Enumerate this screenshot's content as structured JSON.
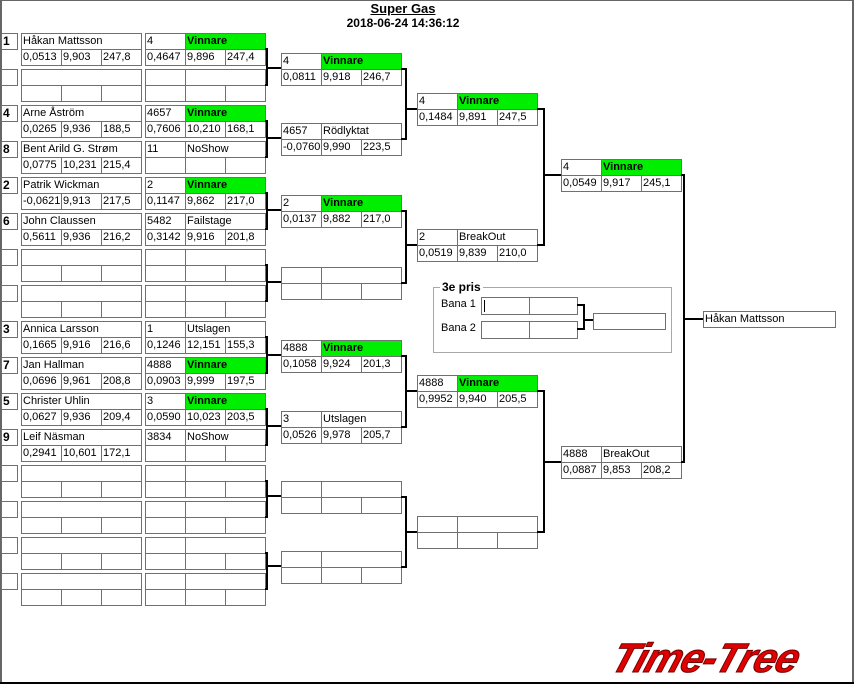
{
  "header": {
    "title": "Super Gas",
    "datetime": "2018-06-24 14:36:12"
  },
  "colors": {
    "winner_highlight": "#00ee00",
    "logo_red": "#e00000"
  },
  "qualifying": [
    {
      "seed": "1",
      "name": "Håkan Mattsson",
      "rt": "0,0513",
      "et": "9,903",
      "mph": "247,8"
    },
    {
      "seed": "",
      "name": "",
      "rt": "",
      "et": "",
      "mph": ""
    },
    {
      "seed": "4",
      "name": "Arne Åström",
      "rt": "0,0265",
      "et": "9,936",
      "mph": "188,5"
    },
    {
      "seed": "8",
      "name": "Bent Arild G. Strøm",
      "rt": "0,0775",
      "et": "10,231",
      "mph": "215,4"
    },
    {
      "seed": "2",
      "name": "Patrik Wickman",
      "rt": "-0,0621",
      "et": "9,913",
      "mph": "217,5"
    },
    {
      "seed": "6",
      "name": "John Claussen",
      "rt": "0,5611",
      "et": "9,936",
      "mph": "216,2"
    },
    {
      "seed": "",
      "name": "",
      "rt": "",
      "et": "",
      "mph": ""
    },
    {
      "seed": "",
      "name": "",
      "rt": "",
      "et": "",
      "mph": ""
    },
    {
      "seed": "3",
      "name": "Annica Larsson",
      "rt": "0,1665",
      "et": "9,916",
      "mph": "216,6"
    },
    {
      "seed": "7",
      "name": "Jan Hallman",
      "rt": "0,0696",
      "et": "9,961",
      "mph": "208,8"
    },
    {
      "seed": "5",
      "name": "Christer Uhlin",
      "rt": "0,0627",
      "et": "9,936",
      "mph": "209,4"
    },
    {
      "seed": "9",
      "name": "Leif Näsman",
      "rt": "0,2941",
      "et": "10,601",
      "mph": "172,1"
    },
    {
      "seed": "",
      "name": "",
      "rt": "",
      "et": "",
      "mph": ""
    },
    {
      "seed": "",
      "name": "",
      "rt": "",
      "et": "",
      "mph": ""
    },
    {
      "seed": "",
      "name": "",
      "rt": "",
      "et": "",
      "mph": ""
    },
    {
      "seed": "",
      "name": "",
      "rt": "",
      "et": "",
      "mph": ""
    }
  ],
  "round1": [
    {
      "number": "4",
      "status": "Vinnare",
      "winner": true,
      "rt": "0,4647",
      "et": "9,896",
      "mph": "247,4"
    },
    {
      "number": "",
      "status": "",
      "winner": false,
      "rt": "",
      "et": "",
      "mph": ""
    },
    {
      "number": "4657",
      "status": "Vinnare",
      "winner": true,
      "rt": "0,7606",
      "et": "10,210",
      "mph": "168,1"
    },
    {
      "number": "11",
      "status": "NoShow",
      "winner": false,
      "rt": "",
      "et": "",
      "mph": ""
    },
    {
      "number": "2",
      "status": "Vinnare",
      "winner": true,
      "rt": "0,1147",
      "et": "9,862",
      "mph": "217,0"
    },
    {
      "number": "5482",
      "status": "Failstage",
      "winner": false,
      "rt": "0,3142",
      "et": "9,916",
      "mph": "201,8"
    },
    {
      "number": "",
      "status": "",
      "winner": false,
      "rt": "",
      "et": "",
      "mph": ""
    },
    {
      "number": "",
      "status": "",
      "winner": false,
      "rt": "",
      "et": "",
      "mph": ""
    },
    {
      "number": "1",
      "status": "Utslagen",
      "winner": false,
      "rt": "0,1246",
      "et": "12,151",
      "mph": "155,3"
    },
    {
      "number": "4888",
      "status": "Vinnare",
      "winner": true,
      "rt": "0,0903",
      "et": "9,999",
      "mph": "197,5"
    },
    {
      "number": "3",
      "status": "Vinnare",
      "winner": true,
      "rt": "0,0590",
      "et": "10,023",
      "mph": "203,5"
    },
    {
      "number": "3834",
      "status": "NoShow",
      "winner": false,
      "rt": "",
      "et": "",
      "mph": ""
    },
    {
      "number": "",
      "status": "",
      "winner": false,
      "rt": "",
      "et": "",
      "mph": ""
    },
    {
      "number": "",
      "status": "",
      "winner": false,
      "rt": "",
      "et": "",
      "mph": ""
    },
    {
      "number": "",
      "status": "",
      "winner": false,
      "rt": "",
      "et": "",
      "mph": ""
    },
    {
      "number": "",
      "status": "",
      "winner": false,
      "rt": "",
      "et": "",
      "mph": ""
    }
  ],
  "round2": [
    {
      "number": "4",
      "status": "Vinnare",
      "winner": true,
      "rt": "0,0811",
      "et": "9,918",
      "mph": "246,7"
    },
    {
      "number": "4657",
      "status": "Rödlyktat",
      "winner": false,
      "rt": "-0,0760",
      "et": "9,990",
      "mph": "223,5"
    },
    {
      "number": "2",
      "status": "Vinnare",
      "winner": true,
      "rt": "0,0137",
      "et": "9,882",
      "mph": "217,0"
    },
    {
      "number": "",
      "status": "",
      "winner": false,
      "rt": "",
      "et": "",
      "mph": ""
    },
    {
      "number": "4888",
      "status": "Vinnare",
      "winner": true,
      "rt": "0,1058",
      "et": "9,924",
      "mph": "201,3"
    },
    {
      "number": "3",
      "status": "Utslagen",
      "winner": false,
      "rt": "0,0526",
      "et": "9,978",
      "mph": "205,7"
    },
    {
      "number": "",
      "status": "",
      "winner": false,
      "rt": "",
      "et": "",
      "mph": ""
    },
    {
      "number": "",
      "status": "",
      "winner": false,
      "rt": "",
      "et": "",
      "mph": ""
    }
  ],
  "round3": [
    {
      "number": "4",
      "status": "Vinnare",
      "winner": true,
      "rt": "0,1484",
      "et": "9,891",
      "mph": "247,5"
    },
    {
      "number": "2",
      "status": "BreakOut",
      "winner": false,
      "rt": "0,0519",
      "et": "9,839",
      "mph": "210,0"
    },
    {
      "number": "4888",
      "status": "Vinnare",
      "winner": true,
      "rt": "0,9952",
      "et": "9,940",
      "mph": "205,5"
    },
    {
      "number": "",
      "status": "",
      "winner": false,
      "rt": "",
      "et": "",
      "mph": ""
    }
  ],
  "round4": [
    {
      "number": "4",
      "status": "Vinnare",
      "winner": true,
      "rt": "0,0549",
      "et": "9,917",
      "mph": "245,1"
    },
    {
      "number": "4888",
      "status": "BreakOut",
      "winner": false,
      "rt": "0,0887",
      "et": "9,853",
      "mph": "208,2"
    }
  ],
  "champion": {
    "name": "Håkan Mattsson"
  },
  "third_place": {
    "title": "3e pris",
    "lanes": [
      {
        "label": "Bana 1",
        "cells": [
          "",
          ""
        ]
      },
      {
        "label": "Bana 2",
        "cells": [
          "",
          ""
        ]
      }
    ],
    "result": ""
  },
  "logo": {
    "text": "Time-Tree"
  }
}
